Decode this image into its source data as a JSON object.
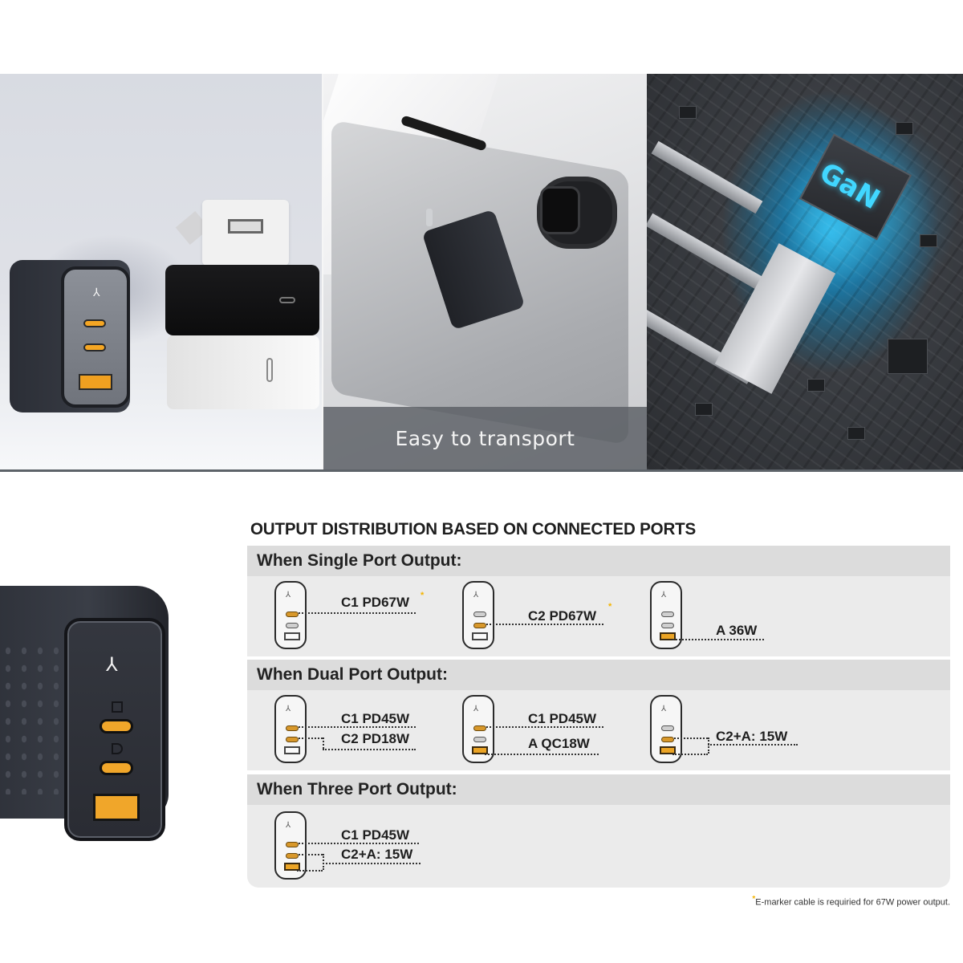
{
  "photos": {
    "panel_1": {
      "subject": "charger-lineup",
      "icon": "gan-charger-image"
    },
    "panel_2": {
      "caption": "Easy to transport"
    },
    "panel_3": {
      "chip_label": "GaN"
    }
  },
  "hero_charger": {
    "logo_glyph": "⅄",
    "brand_side_text": ""
  },
  "distribution": {
    "title": "OUTPUT DISTRIBUTION BASED ON CONNECTED PORTS",
    "sections": [
      {
        "heading": "When Single Port Output:",
        "configs": [
          {
            "active": [
              "C1"
            ],
            "labels": [
              "C1 PD67W"
            ],
            "emarker": true
          },
          {
            "active": [
              "C2"
            ],
            "labels": [
              "C2 PD67W"
            ],
            "emarker": true
          },
          {
            "active": [
              "A"
            ],
            "labels": [
              "A 36W"
            ],
            "emarker": false
          }
        ]
      },
      {
        "heading": "When Dual Port Output:",
        "configs": [
          {
            "active": [
              "C1",
              "C2"
            ],
            "labels": [
              "C1 PD45W",
              "C2 PD18W"
            ]
          },
          {
            "active": [
              "C1",
              "A"
            ],
            "labels": [
              "C1 PD45W",
              "A QC18W"
            ]
          },
          {
            "active": [
              "C2",
              "A"
            ],
            "labels": [
              "C2+A: 15W"
            ]
          }
        ]
      },
      {
        "heading": "When Three Port Output:",
        "configs": [
          {
            "active": [
              "C1",
              "C2",
              "A"
            ],
            "labels": [
              "C1 PD45W",
              "C2+A: 15W"
            ]
          }
        ]
      }
    ],
    "star_glyph": "*",
    "footnote": "E-marker cable is requiried for 67W power output."
  },
  "colors": {
    "port_active": "#eba425",
    "section_header_bg": "#dcdcdc",
    "section_body_bg": "#ebebeb",
    "star": "#f4b400",
    "gan_glow": "#41d7ff",
    "caption_bar": "#5a5e64"
  }
}
